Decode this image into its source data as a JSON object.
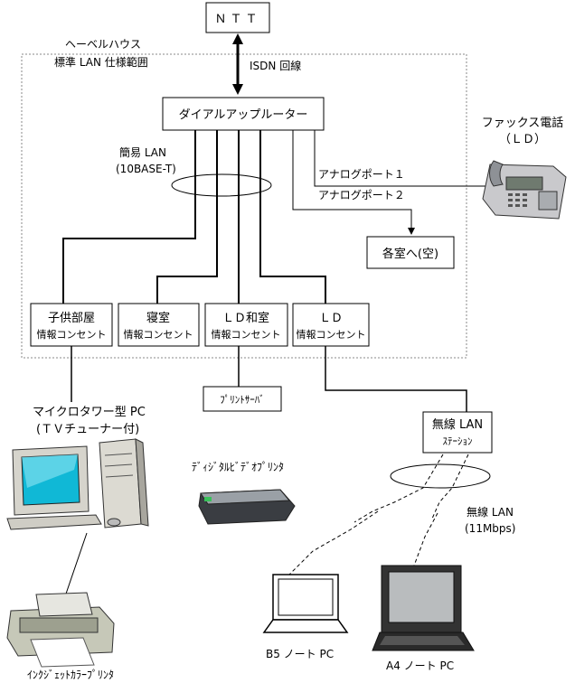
{
  "ntt": "ＮＴＴ",
  "scope_line1": "ヘーベルハウス",
  "scope_line2": "標準 LAN 仕様範囲",
  "isdn": "ISDN 回線",
  "router": "ダイアルアップルーター",
  "lan_line1": "簡易 LAN",
  "lan_line2": "(10BASE-T)",
  "fax_line1": "ファックス電話",
  "fax_line2": "（ＬＤ）",
  "analog1": "アナログポート１",
  "analog2": "アナログポート２",
  "rooms": "各室へ(空)",
  "outlets": [
    {
      "name": "子供部屋",
      "sub": "情報コンセント"
    },
    {
      "name": "寝室",
      "sub": "情報コンセント"
    },
    {
      "name": "ＬＤ和室",
      "sub": "情報コンセント"
    },
    {
      "name": "ＬＤ",
      "sub": "情報コンセント"
    }
  ],
  "tower_pc_line1": "マイクロタワー型 PC",
  "tower_pc_line2": "(ＴＶチューナー付)",
  "print_server": "ﾌﾟﾘﾝﾄｻｰﾊﾞ",
  "digital_printer": "ﾃﾞｨｼﾞﾀﾙﾋﾞﾃﾞｵﾌﾟﾘﾝﾀ",
  "inkjet_printer": "ｲﾝｸｼﾞｪｯﾄｶﾗｰﾌﾟﾘﾝﾀ",
  "wireless_station_line1": "無線 LAN",
  "wireless_station_line2": "ｽﾃｰｼｮﾝ",
  "wireless_lan_line1": "無線 LAN",
  "wireless_lan_line2": "(11Mbps)",
  "b5_pc": "B5 ノート PC",
  "a4_pc": "A4 ノート PC"
}
